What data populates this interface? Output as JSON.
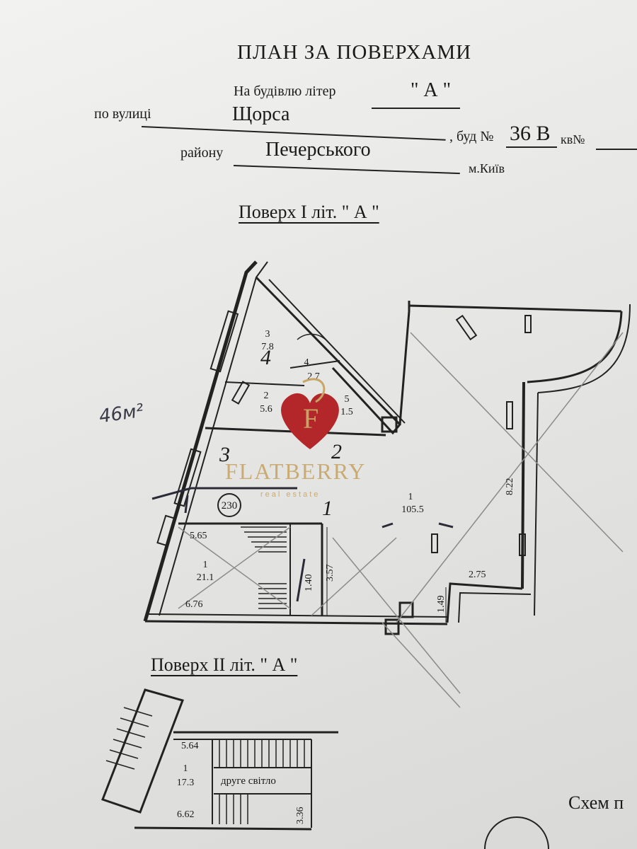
{
  "header": {
    "title": "ПЛАН ЗА ПОВЕРХАМИ",
    "building_label": "На будівлю літер",
    "building_letter": "\" А \"",
    "street_label": "по вулиці",
    "street": "Щорса",
    "house_label": ", буд №",
    "house_number": "36 В",
    "apartment_label": "кв№",
    "district_label": "району",
    "district": "Печерського",
    "city": "м.Київ"
  },
  "floor1": {
    "title": "Поверх I літ. \" А \"",
    "rooms": [
      {
        "num": "3",
        "area": "7.8"
      },
      {
        "num": "4",
        "area": "2.7"
      },
      {
        "num": "2",
        "area": "5.6"
      },
      {
        "num": "5",
        "area": "1.5"
      },
      {
        "num": "1",
        "area": "105.5"
      },
      {
        "num": "1",
        "area": "21.1"
      }
    ],
    "dimensions": [
      "8.22",
      "2.75",
      "1.49",
      "5.65",
      "6.76",
      "3.57",
      "1.40"
    ],
    "circle_label": "230"
  },
  "floor2": {
    "title": "Поверх II літ. \" А \"",
    "room_num": "1",
    "room_area": "17.3",
    "dimensions": [
      "5.64",
      "6.62",
      "3.36"
    ],
    "second_light": "друге світло"
  },
  "scheme_label": "Схем п",
  "handwritten": {
    "note": "46м²",
    "marks": [
      "3",
      "2",
      "1",
      "4"
    ]
  },
  "watermark": {
    "brand": "FLATBERRY",
    "subtitle": "real estate",
    "letter": "F",
    "colors": {
      "heart": "#b3262a",
      "gold": "#c7a567"
    }
  }
}
